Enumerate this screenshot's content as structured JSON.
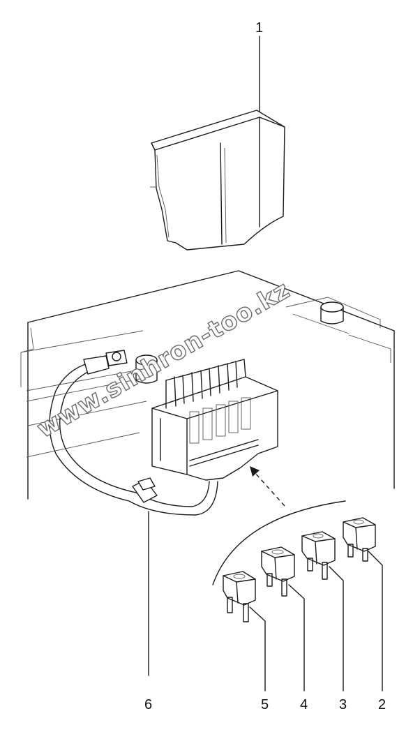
{
  "watermark": "www.sinhron-too.kz",
  "callouts": [
    "1",
    "2",
    "3",
    "4",
    "5",
    "6"
  ]
}
